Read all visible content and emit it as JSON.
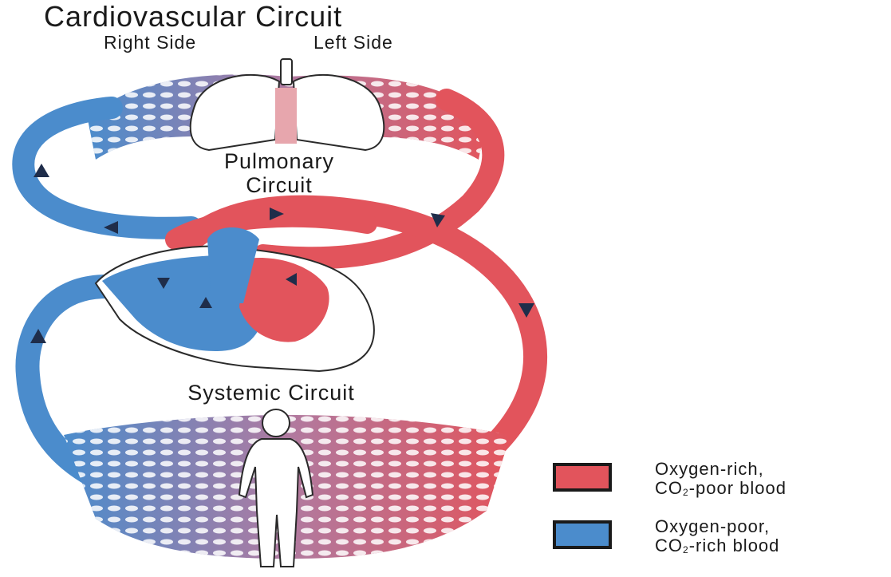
{
  "title": "Cardiovascular Circuit",
  "sides": {
    "right": "Right Side",
    "left": "Left Side"
  },
  "circuits": {
    "pulmonary_line1": "Pulmonary",
    "pulmonary_line2": "Circuit",
    "systemic": "Systemic Circuit"
  },
  "legend": {
    "oxygen_rich": {
      "line1": "Oxygen-rich,",
      "line2_prefix": "CO",
      "line2_sub": "2",
      "line2_suffix": "-poor blood",
      "color": "#e2545c"
    },
    "oxygen_poor": {
      "line1": "Oxygen-poor,",
      "line2_prefix": "CO",
      "line2_sub": "2",
      "line2_suffix": "-rich blood",
      "color": "#4b8ccc"
    }
  },
  "colors": {
    "oxygen_rich": "#e2545c",
    "oxygen_poor": "#4b8ccc",
    "arrow": "#1f2d4a",
    "outline": "#2a2a2a"
  }
}
